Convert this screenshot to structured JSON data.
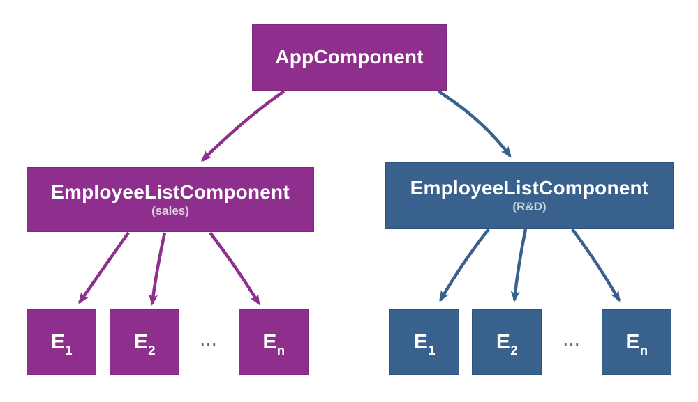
{
  "diagram": {
    "title_hint": "Angular component tree diagram",
    "colors": {
      "sales_branch": "#8E2F8E",
      "rnd_branch": "#38618E",
      "box_text": "#FFFFFF",
      "subtitle_text": "#D5D0D9",
      "ellipsis_text": "#46629E",
      "background": "#FFFFFF"
    },
    "app": {
      "label": "AppComponent"
    },
    "sales": {
      "label": "EmployeeListComponent",
      "sublabel": "(sales)",
      "ellipsis": "...",
      "children": [
        {
          "base": "E",
          "sub": "1"
        },
        {
          "base": "E",
          "sub": "2"
        },
        {
          "base": "E",
          "sub": "n"
        }
      ]
    },
    "rnd": {
      "label": "EmployeeListComponent",
      "sublabel": "(R&D)",
      "ellipsis": "...",
      "children": [
        {
          "base": "E",
          "sub": "1"
        },
        {
          "base": "E",
          "sub": "2"
        },
        {
          "base": "E",
          "sub": "n"
        }
      ]
    }
  }
}
